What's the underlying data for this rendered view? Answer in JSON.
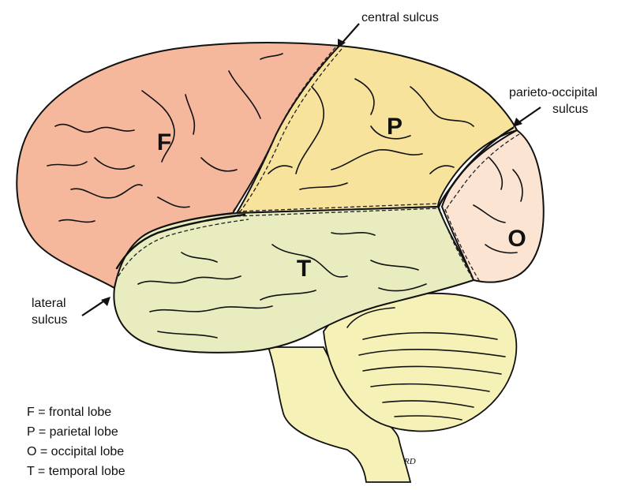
{
  "lobes": {
    "frontal": {
      "letter": "F",
      "color": "#f5b89c"
    },
    "parietal": {
      "letter": "P",
      "color": "#f7e39c"
    },
    "occipital": {
      "letter": "O",
      "color": "#fbe4d2"
    },
    "temporal": {
      "letter": "T",
      "color": "#e8ecbf"
    }
  },
  "brainstem_color": "#f6f1b6",
  "cerebellum_color": "#f6f1b6",
  "callouts": {
    "central_sulcus": "central sulcus",
    "parieto_occipital_line1": "parieto-occipital",
    "parieto_occipital_line2": "sulcus",
    "lateral_line1": "lateral",
    "lateral_line2": "sulcus"
  },
  "legend": [
    "F = frontal lobe",
    "P = parietal lobe",
    "O = occipital lobe",
    "T = temporal lobe"
  ],
  "signature": "RD"
}
